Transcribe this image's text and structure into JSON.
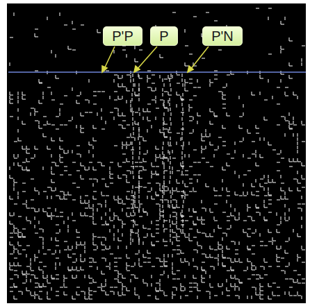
{
  "diagram": {
    "nodes": [
      {
        "text": [
          "P'P"
        ]
      },
      {
        "text": [
          "P"
        ]
      },
      {
        "text": [
          "P'N"
        ]
      }
    ]
  }
}
